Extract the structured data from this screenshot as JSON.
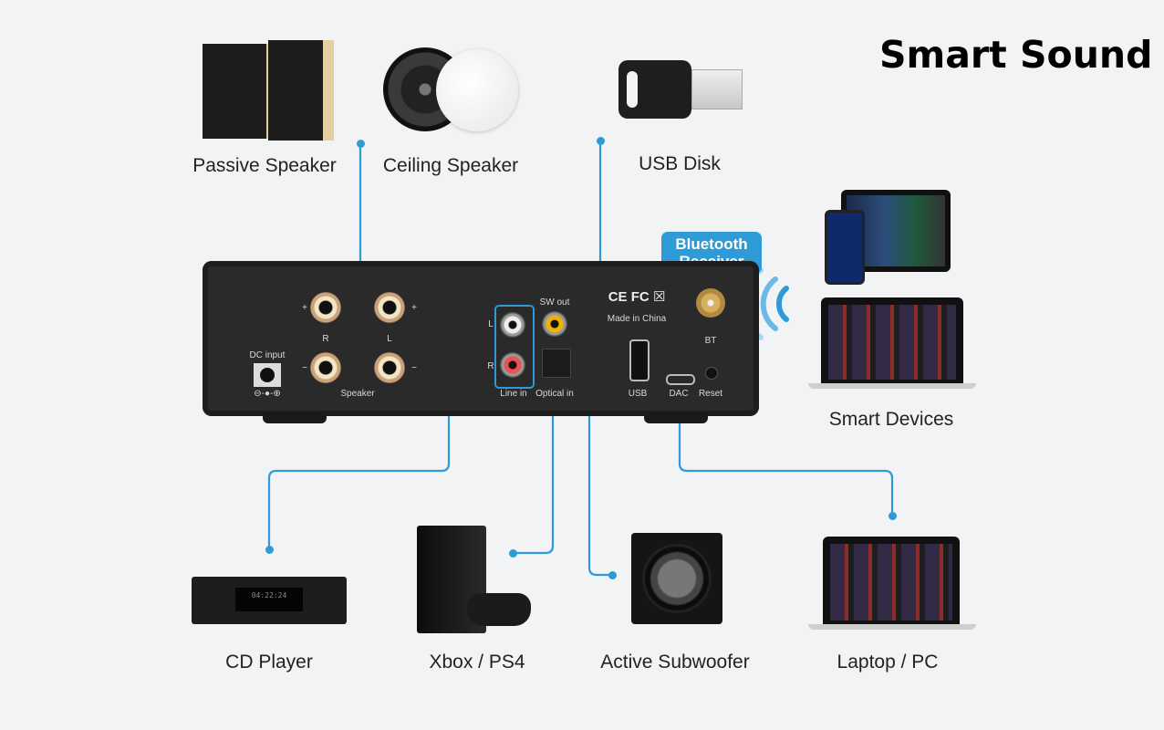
{
  "title": "Smart Sound",
  "accent_color": "#2e9bd6",
  "background_color": "#f2f3f5",
  "devices": {
    "passive_speaker": "Passive Speaker",
    "ceiling_speaker": "Ceiling Speaker",
    "usb_disk": "USB Disk",
    "smart_devices": "Smart Devices",
    "cd_player": "CD Player",
    "console": "Xbox / PS4",
    "subwoofer": "Active Subwoofer",
    "laptop": "Laptop / PC"
  },
  "badge": {
    "line1": "Bluetooth",
    "line2": "Receiver"
  },
  "panel": {
    "dc_input": "DC input",
    "polarity": "⊖-●-⊕",
    "speaker": "Speaker",
    "plus": "+",
    "minus": "−",
    "r": "R",
    "l": "L",
    "line_in": "Line in",
    "optical_in": "Optical in",
    "sw_out": "SW out",
    "certs": "CE  FC  ☒",
    "made_in": "Made in China",
    "usb": "USB",
    "dac": "DAC",
    "reset": "Reset",
    "bt": "BT"
  },
  "cd_display": "04:22:24"
}
